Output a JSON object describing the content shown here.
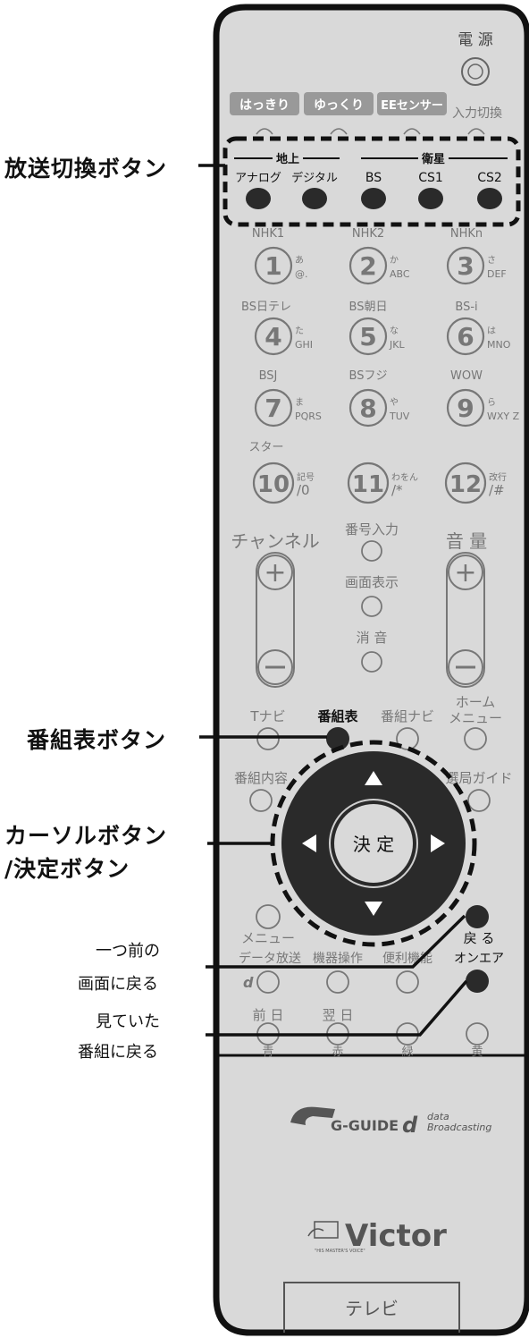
{
  "callouts": {
    "broadcast_switch": "放送切換ボタン",
    "program_guide": "番組表ボタン",
    "cursor_line1": "カーソルボタン",
    "cursor_line2": "/決定ボタン",
    "back_line1": "一つ前の",
    "back_line2": "画面に戻る",
    "onair_line1": "見ていた",
    "onair_line2": "番組に戻る"
  },
  "remote": {
    "power_label": "電 源",
    "top_buttons": [
      "はっきり",
      "ゆっくり",
      "EEセンサー"
    ],
    "input_switch": "入力切換",
    "terrestrial_label": "地上",
    "satellite_label": "衛星",
    "broadcast_buttons": [
      "アナログ",
      "デジタル",
      "BS",
      "CS1",
      "CS2"
    ],
    "channel_labels": [
      "NHK1",
      "NHK2",
      "NHKn",
      "BS日テレ",
      "BS朝日",
      "BS-i",
      "BSJ",
      "BSフジ",
      "WOW",
      "スター"
    ],
    "number_keys": [
      {
        "num": "1",
        "kana": "あ",
        "sub": "@."
      },
      {
        "num": "2",
        "kana": "か",
        "sub": "ABC"
      },
      {
        "num": "3",
        "kana": "さ",
        "sub": "DEF"
      },
      {
        "num": "4",
        "kana": "た",
        "sub": "GHI"
      },
      {
        "num": "5",
        "kana": "な",
        "sub": "JKL"
      },
      {
        "num": "6",
        "kana": "は",
        "sub": "MNO"
      },
      {
        "num": "7",
        "kana": "ま",
        "sub": "PQRS"
      },
      {
        "num": "8",
        "kana": "や",
        "sub": "TUV"
      },
      {
        "num": "9",
        "kana": "ら",
        "sub": "WXY Z"
      },
      {
        "num": "10",
        "kana": "記号",
        "sub": "/0"
      },
      {
        "num": "11",
        "kana": "わをん",
        "sub": "/*"
      },
      {
        "num": "12",
        "kana": "改行",
        "sub": "/#"
      }
    ],
    "channel": "チャンネル",
    "volume": "音 量",
    "number_input": "番号入力",
    "screen_display": "画面表示",
    "mute": "消 音",
    "tnavi": "Tナビ",
    "program_guide": "番組表",
    "program_navi": "番組ナビ",
    "home_menu_1": "ホーム",
    "home_menu_2": "メニュー",
    "program_content": "番組内容",
    "station_guide": "選局ガイド",
    "enter": "決 定",
    "menu": "メニュー",
    "back": "戻 る",
    "data_broadcast": "データ放送",
    "device_control": "機器操作",
    "convenience": "便利機能",
    "onair": "オンエア",
    "prev_day": "前 日",
    "next_day": "翌 日",
    "colors": [
      "青",
      "赤",
      "緑",
      "黄"
    ],
    "gguide_logo": "G-GUIDE",
    "data_logo_1": "data",
    "data_logo_2": "Broadcasting",
    "brand": "Victor",
    "brand_sub": "\"HIS MASTER'S VOICE\"",
    "tv_label": "テレビ"
  },
  "colors": {
    "body": "#d9d9d9",
    "outline": "#111111",
    "button_fill": "#2a2a2a",
    "faint_text": "#7a7a7a"
  }
}
